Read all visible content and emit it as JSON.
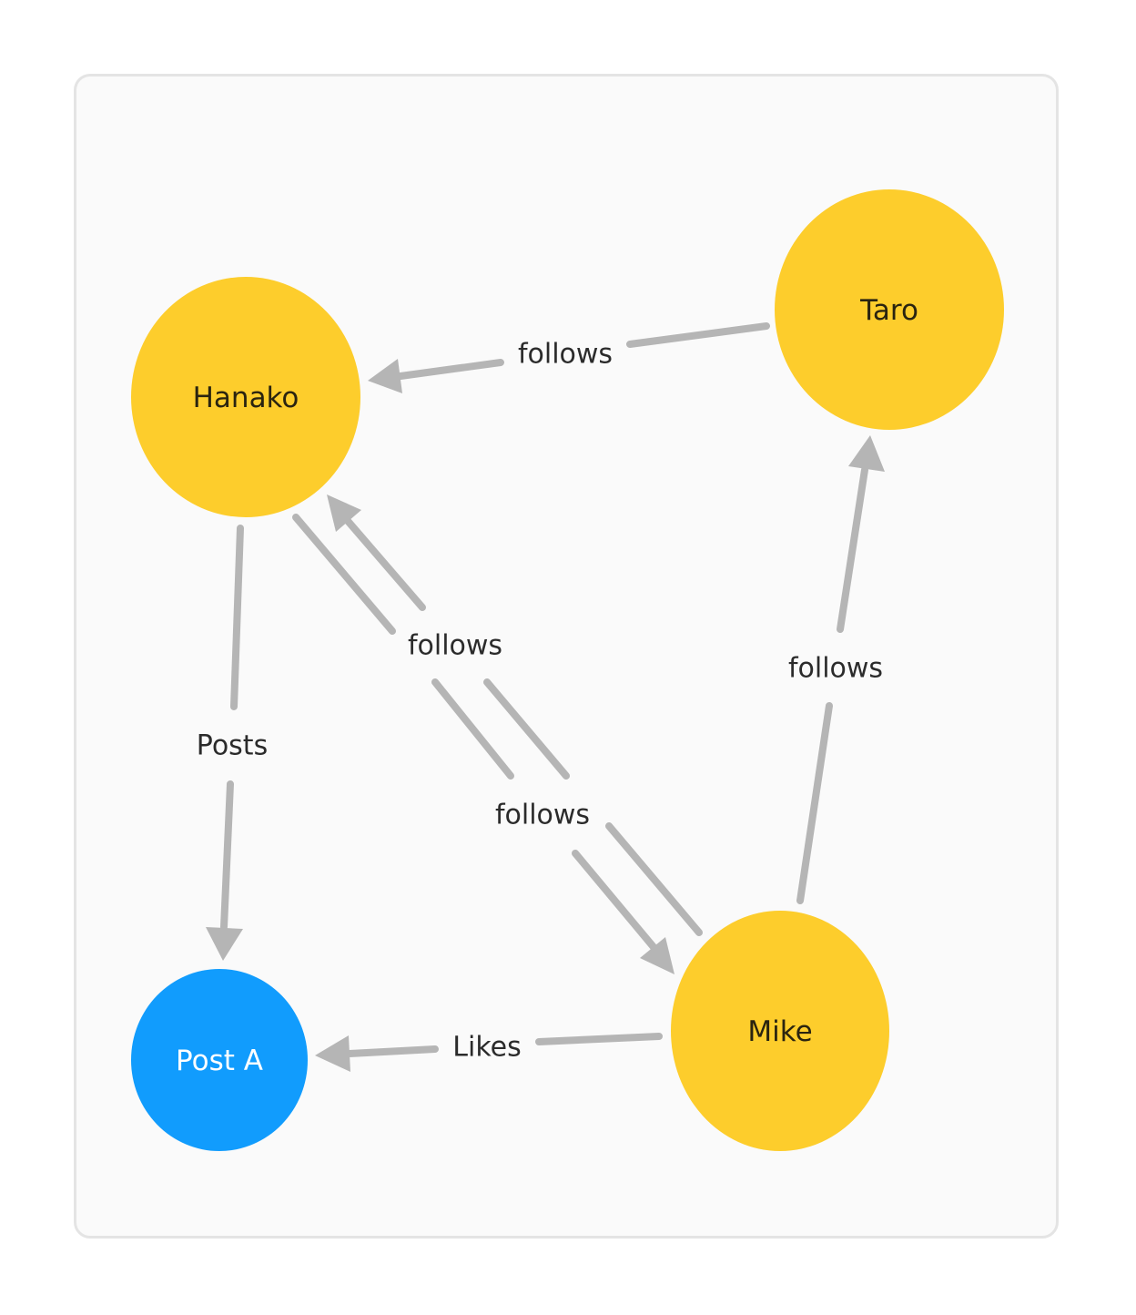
{
  "colors": {
    "person_node": "#fdcd2c",
    "post_node": "#119cfd",
    "person_label": "#2a2410",
    "post_label": "#ffffff",
    "edge": "#b5b5b5",
    "panel_background": "#fafafa",
    "panel_border": "#e4e4e4"
  },
  "nodes": [
    {
      "id": "hanako",
      "label": "Hanako",
      "kind": "person"
    },
    {
      "id": "taro",
      "label": "Taro",
      "kind": "person"
    },
    {
      "id": "mike",
      "label": "Mike",
      "kind": "person"
    },
    {
      "id": "post_a",
      "label": "Post A",
      "kind": "post"
    }
  ],
  "edges": [
    {
      "id": "taro-hanako",
      "from": "taro",
      "to": "hanako",
      "label": "follows"
    },
    {
      "id": "mike-hanako",
      "from": "mike",
      "to": "hanako",
      "label": "follows"
    },
    {
      "id": "hanako-mike",
      "from": "hanako",
      "to": "mike",
      "label": "follows"
    },
    {
      "id": "mike-taro",
      "from": "mike",
      "to": "taro",
      "label": "follows"
    },
    {
      "id": "hanako-posta",
      "from": "hanako",
      "to": "post_a",
      "label": "Posts"
    },
    {
      "id": "mike-posta",
      "from": "mike",
      "to": "post_a",
      "label": "Likes"
    }
  ]
}
